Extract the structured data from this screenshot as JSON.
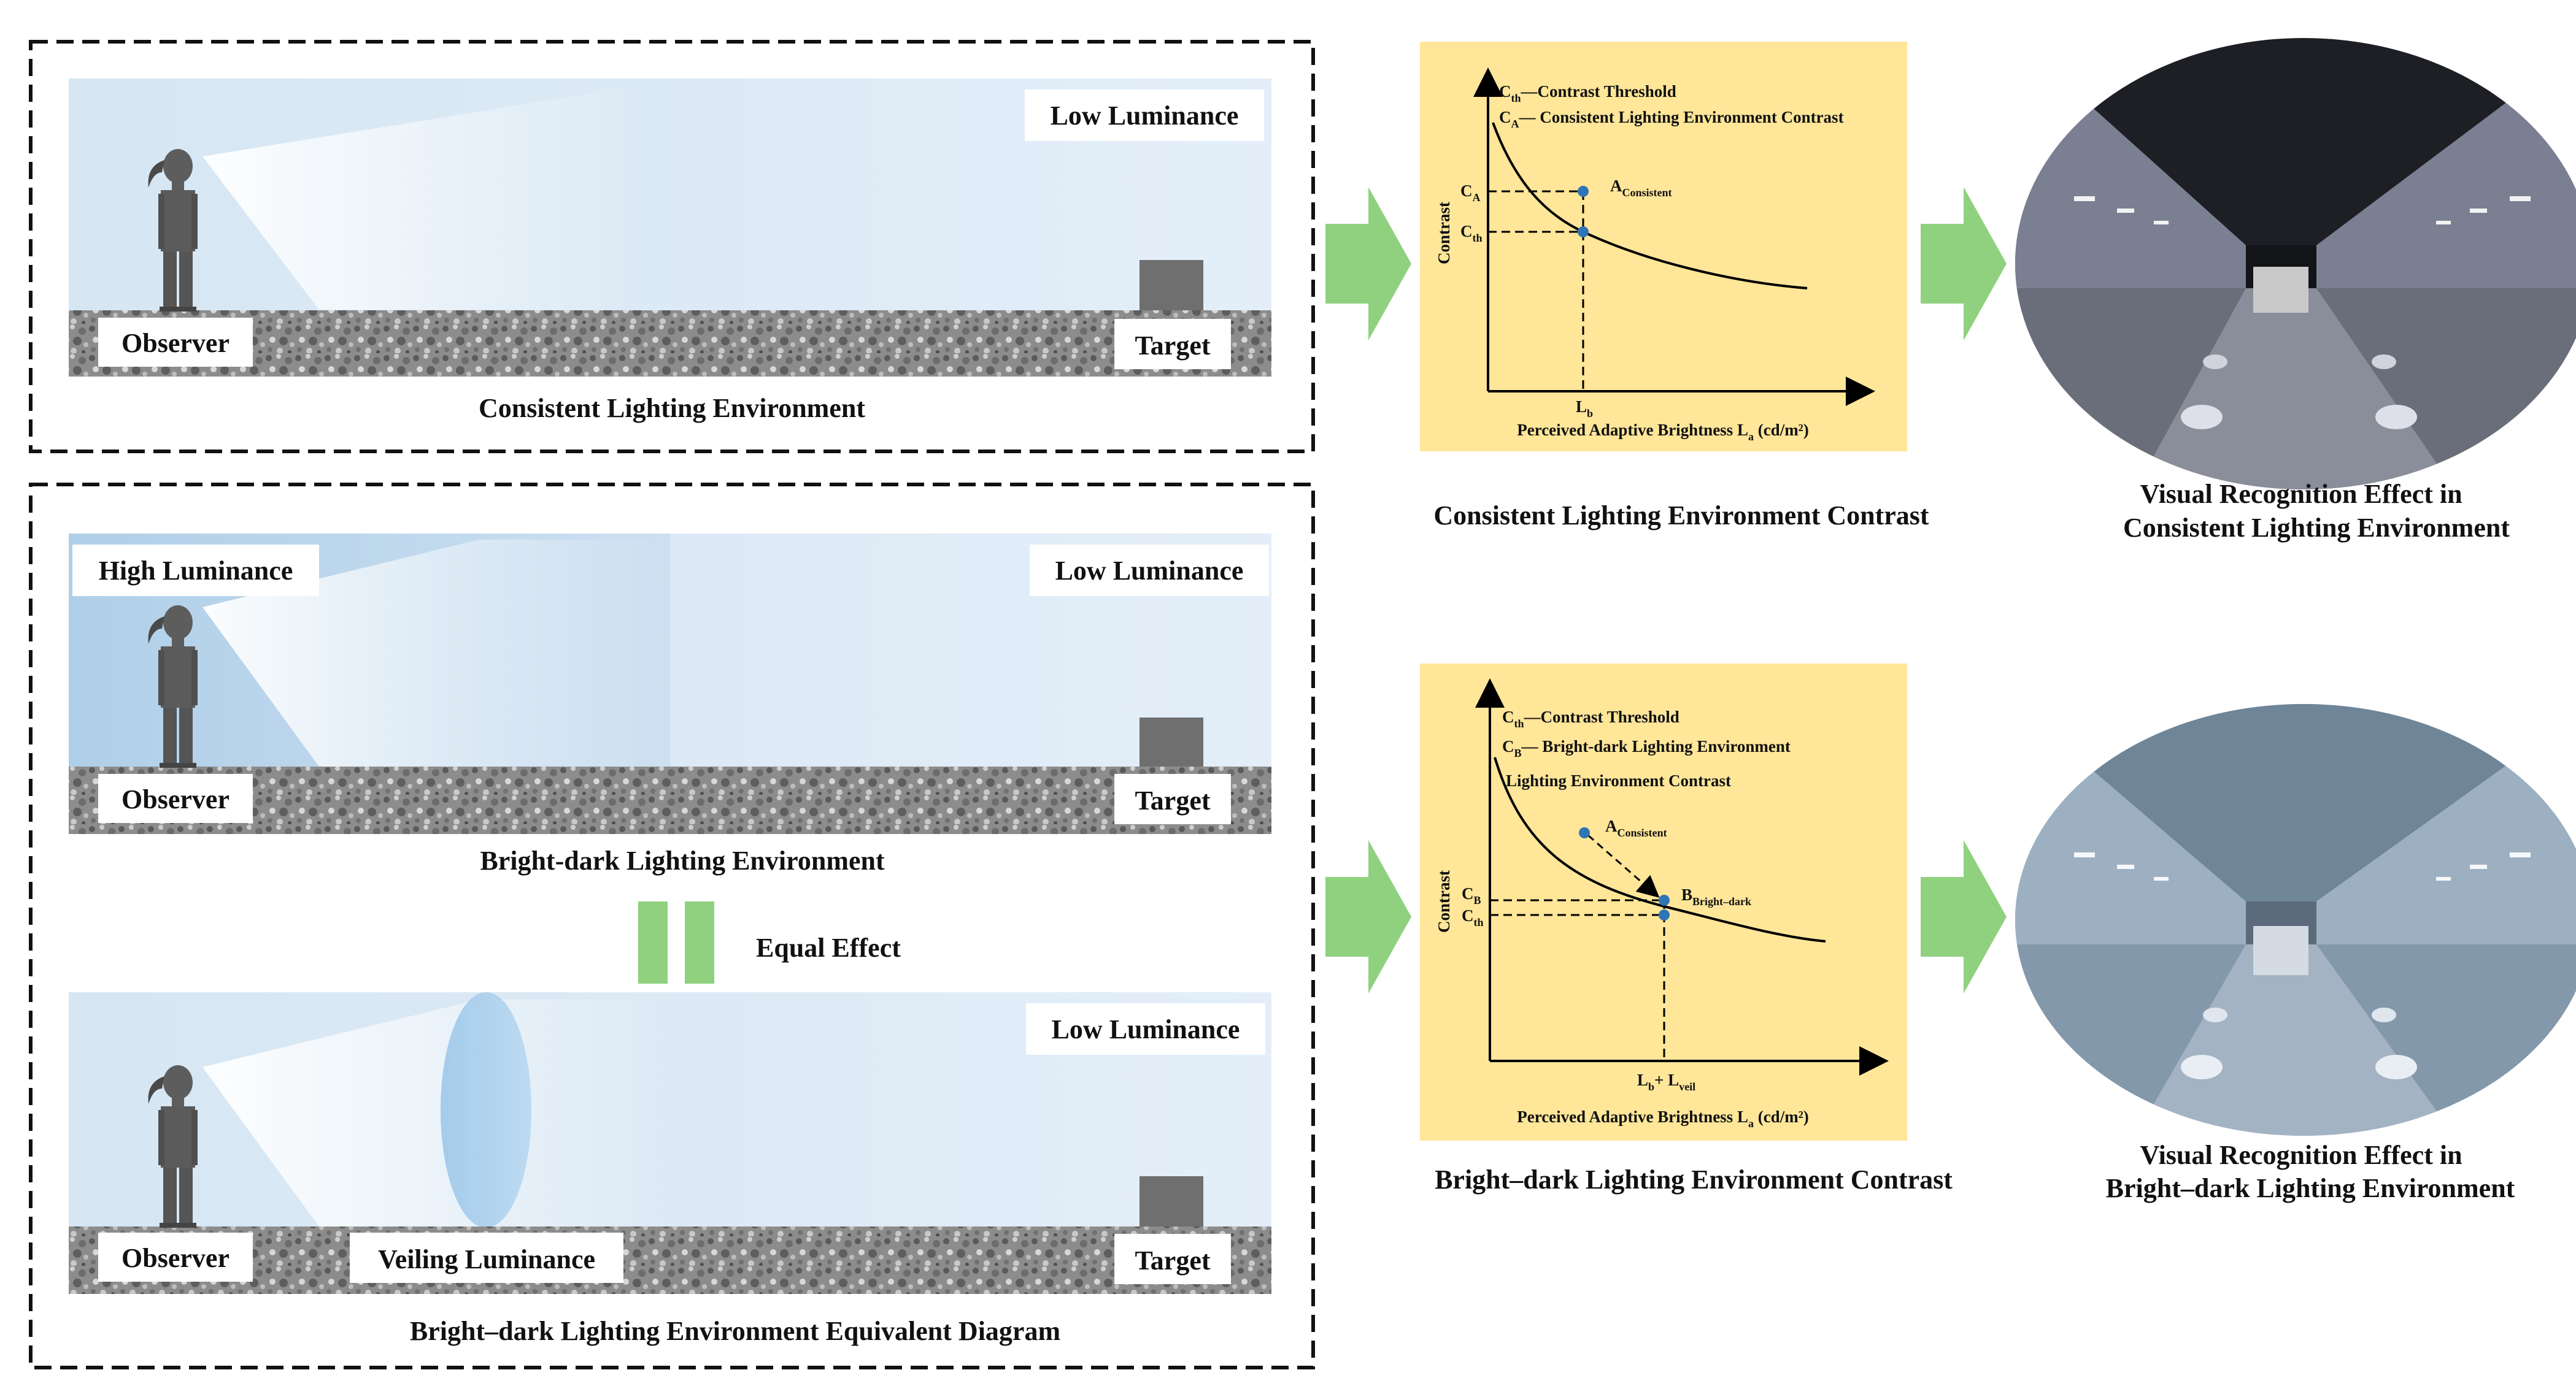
{
  "panel_top": {
    "caption": "Consistent Lighting Environment",
    "right_luminance": "Low Luminance",
    "observer": "Observer",
    "target": "Target"
  },
  "panel_mid": {
    "caption": "Bright-dark Lighting Environment",
    "left_luminance": "High Luminance",
    "right_luminance": "Low Luminance",
    "observer": "Observer",
    "target": "Target"
  },
  "equal_effect": "Equal Effect",
  "panel_bot": {
    "caption": "Bright–dark Lighting Environment Equivalent Diagram",
    "right_luminance": "Low Luminance",
    "observer": "Observer",
    "veiling": "Veiling Luminance",
    "target": "Target"
  },
  "graph1": {
    "legend_line1_sym": "C",
    "legend_line1_sub": "th",
    "legend_line1_text": "—Contrast Threshold",
    "legend_line2_sym": "C",
    "legend_line2_sub": "A",
    "legend_line2_text": "— Consistent Lighting Environment Contrast",
    "ylabel": "Contrast",
    "xlabel_main": "Perceived Adaptive Brightness L",
    "xlabel_sub": "a",
    "xlabel_unit": " (cd/m²)",
    "tick_ca": "C",
    "tick_ca_sub": "A",
    "tick_cth": "C",
    "tick_cth_sub": "th",
    "tick_lb": "L",
    "tick_lb_sub": "b",
    "point_a": "A",
    "point_a_sub": "Consistent",
    "caption": "Consistent Lighting Environment Contrast"
  },
  "graph2": {
    "legend_line1_sym": "C",
    "legend_line1_sub": "th",
    "legend_line1_text": "—Contrast Threshold",
    "legend_line2_sym": "C",
    "legend_line2_sub": "B",
    "legend_line2_text": "— Bright-dark Lighting Environment",
    "legend_line3": "Lighting Environment Contrast",
    "ylabel": "Contrast",
    "xlabel_main": "Perceived Adaptive Brightness L",
    "xlabel_sub": "a",
    "xlabel_unit": " (cd/m²)",
    "tick_cb": "C",
    "tick_cb_sub": "B",
    "tick_cth": "C",
    "tick_cth_sub": "th",
    "tick_lb": "L",
    "tick_lb_sub": "b",
    "tick_plus": "+ L",
    "tick_veil_sub": "veil",
    "point_a": "A",
    "point_a_sub": "Consistent",
    "point_b": "B",
    "point_b_sub": "Bright–dark",
    "caption": "Bright–dark Lighting Environment Contrast"
  },
  "view_top": {
    "line1": "Visual Recognition Effect in",
    "line2": "Consistent Lighting Environment"
  },
  "view_bot": {
    "line1": "Visual Recognition Effect in",
    "line2": "Bright–dark Lighting Environment"
  },
  "colors": {
    "graph_bg": "#ffe699",
    "arrow": "#8fd17f",
    "point": "#2e75b6",
    "sky": "#dde9f4",
    "ground": "#8a8a8a",
    "target_box": "#6f6f6f"
  }
}
